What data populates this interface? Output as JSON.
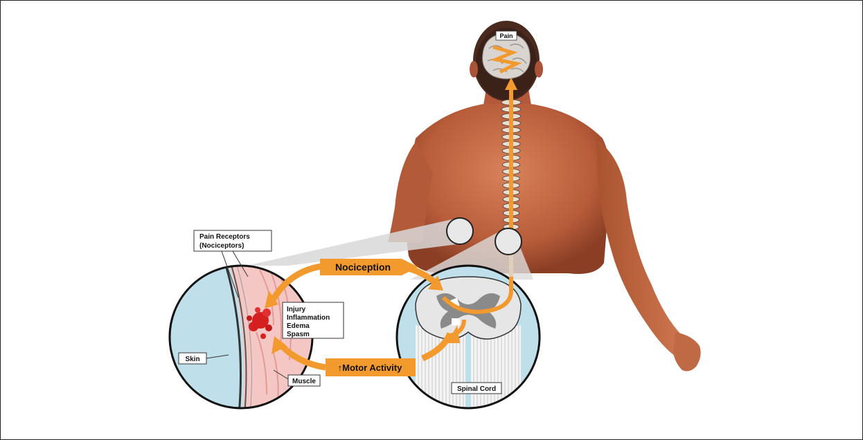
{
  "labels": {
    "pain": "Pain",
    "pain_receptors_line1": "Pain Receptors",
    "pain_receptors_line2": "(Nociceptors)",
    "injury": "Injury",
    "inflammation": "Inflammation",
    "edema": "Edema",
    "spasm": "Spasm",
    "skin": "Skin",
    "muscle": "Muscle",
    "nociception": "Nociception",
    "motor_activity": "↑Motor Activity",
    "spinal_cord": "Spinal Cord"
  },
  "colors": {
    "pathway_orange": "#f29a2e",
    "skin_tone": "#c96a45",
    "muscle_pink": "#f2c2c0",
    "fluid_blue": "#bfe0ea",
    "injury_red": "#d62020",
    "grey_matter": "#8a8a8a"
  }
}
